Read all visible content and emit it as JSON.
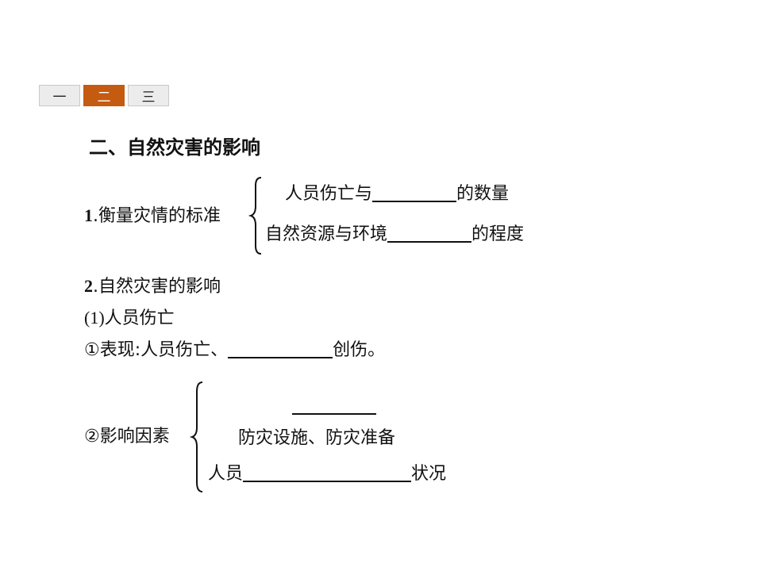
{
  "tabs": [
    {
      "label": "一",
      "active": false
    },
    {
      "label": "二",
      "active": true
    },
    {
      "label": "三",
      "active": false
    }
  ],
  "colors": {
    "active_tab": "#c55a11",
    "tab_bg": "#ececec"
  },
  "section_title": "二、自然灾害的影响",
  "item1": {
    "num": "1",
    "label": ".衡量灾情的标准",
    "row1_pre": "人员伤亡与",
    "row1_post": "的数量",
    "row2_pre": "自然资源与环境",
    "row2_post": "的程度"
  },
  "item2": {
    "num": "2",
    "label": ".自然灾害的影响",
    "sub1_num": "(1)",
    "sub1_label": "人员伤亡",
    "expr_pre": "①表现:人员伤亡、",
    "expr_post": "创伤。",
    "factors_label": "②影响因素",
    "factor2": "防灾设施、防灾准备",
    "factor3_pre": "人员",
    "factor3_post": "状况"
  }
}
